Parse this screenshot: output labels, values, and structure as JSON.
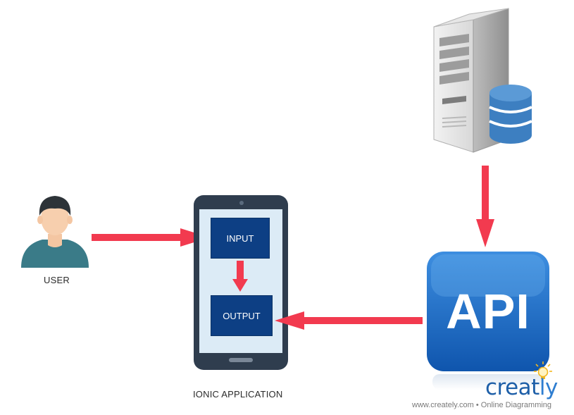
{
  "nodes": {
    "user_label": "USER",
    "input_label": "INPUT",
    "output_label": "OUTPUT",
    "app_label": "IONIC APPLICATION",
    "api_label": "API"
  },
  "watermark": {
    "brand": "creat",
    "brand_tail": "ly",
    "footer": "www.creately.com • Online Diagramming"
  },
  "colors": {
    "arrow": "#f23a4f",
    "box": "#0d3f84",
    "phone": "#2f3d4e",
    "screen": "#dcebf6",
    "api": "#1769c4",
    "user_shirt": "#3a7b88",
    "database": "#3d7fc1"
  }
}
